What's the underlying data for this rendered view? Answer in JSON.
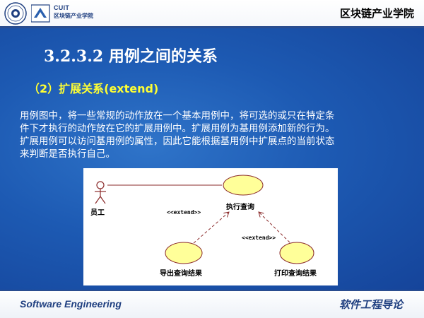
{
  "header": {
    "logo_text": "CUIT",
    "logo_subtext": "区块链产业学院",
    "college_name": "区块链产业学院"
  },
  "slide": {
    "title": "3.2.3.2 用例之间的关系",
    "subtitle": "（2）扩展关系(extend)",
    "body_lines": [
      "用例图中，将一些常规的动作放在一个基本用例中，将可选的或只在特定条",
      "件下才执行的动作放在它的扩展用例中。扩展用例为基用例添加新的行为。",
      "扩展用例可以访问基用例的属性，因此它能根据基用例中扩展点的当前状态",
      "来判断是否执行自己。"
    ]
  },
  "diagram": {
    "actor": "员工",
    "base_use_case": "执行查询",
    "extension_left": "导出查询结果",
    "extension_right": "打印查询结果",
    "stereotype_left": "<<extend>>",
    "stereotype_right": "<<extend>>"
  },
  "footer": {
    "left": "Software Engineering",
    "right": "软件工程导论"
  },
  "colors": {
    "background_blue": "#1d5ab3",
    "title_text": "#ffffff",
    "subtitle_text": "#ffff33",
    "use_case_fill": "#ffff99",
    "header_rule": "#2a4d8f"
  },
  "icons": [
    "university-seal-icon",
    "cuit-logo-icon",
    "actor-stick-figure-icon"
  ]
}
